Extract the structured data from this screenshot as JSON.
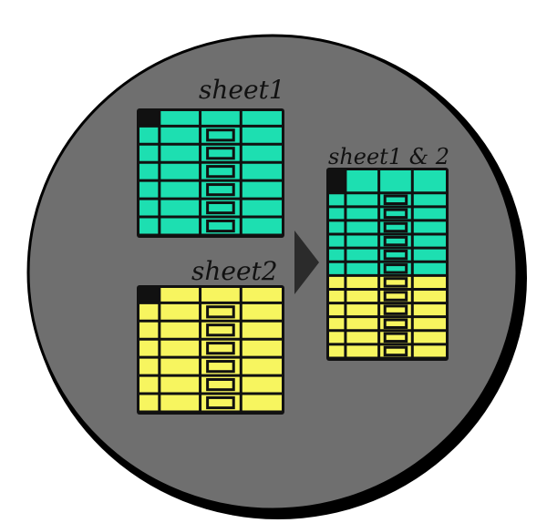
{
  "diagram": {
    "label_sheet1": "sheet1",
    "label_sheet2": "sheet2",
    "label_merged": "sheet1 & 2",
    "colors": {
      "background_circle": "#6f6f6f",
      "circle_border": "#000000",
      "sheet1_fill": "#1ddfb1",
      "sheet2_fill": "#f7f55f",
      "grid_lines": "#111111",
      "arrow": "#2b2b2b"
    },
    "sheet1": {
      "rows": 6,
      "cols": 4,
      "highlight_col": 2
    },
    "sheet2": {
      "rows": 6,
      "cols": 4,
      "highlight_col": 2
    },
    "merged": {
      "rows_sheet1": 6,
      "rows_sheet2": 6,
      "cols": 4,
      "highlight_col": 2
    },
    "icons": {
      "arrow": "arrow-right-icon"
    }
  }
}
